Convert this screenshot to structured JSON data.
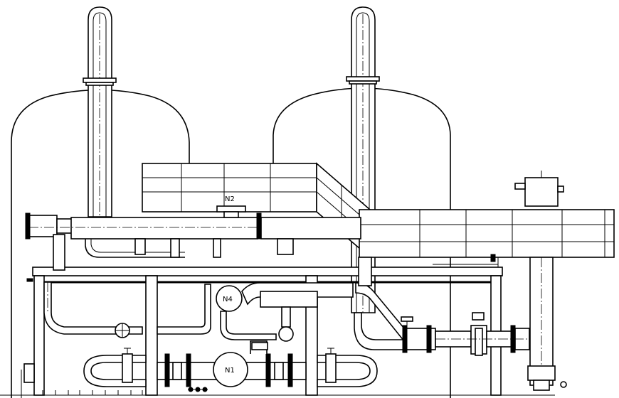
{
  "drawing": {
    "nozzle_labels": {
      "n2": "N2",
      "n4": "N4",
      "n1": "N1"
    }
  }
}
